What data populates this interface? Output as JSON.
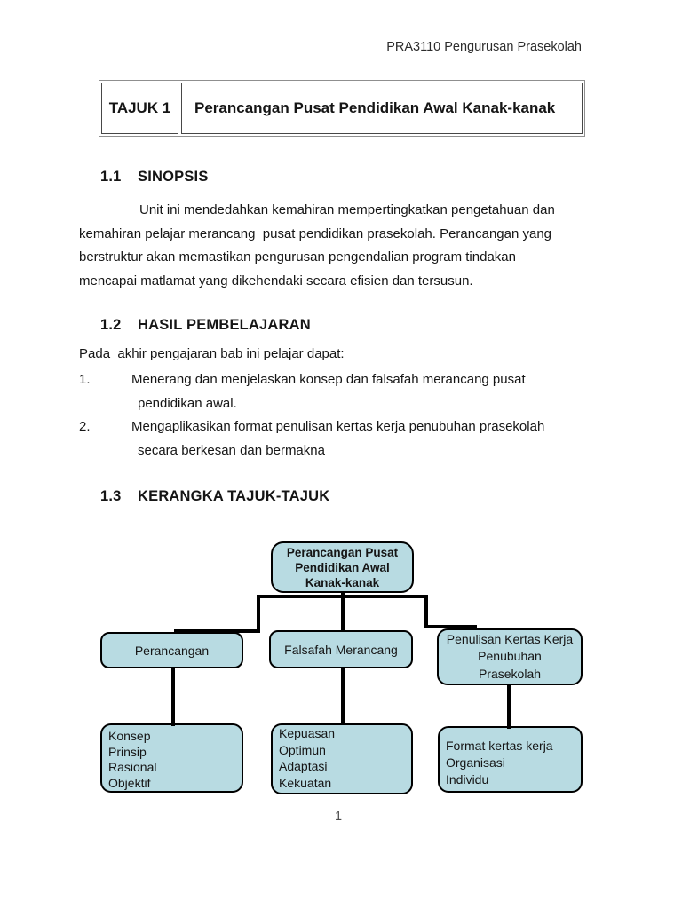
{
  "header": {
    "course_code": "PRA3110 Pengurusan Prasekolah"
  },
  "title_table": {
    "label": "TAJUK 1",
    "title": "Perancangan Pusat Pendidikan Awal Kanak-kanak"
  },
  "sections": {
    "synopsis": {
      "number": "1.1",
      "heading": "SINOPSIS",
      "lines": [
        "Unit ini mendedahkan kemahiran mempertingkatkan pengetahuan dan",
        "kemahiran pelajar merancang  pusat pendidikan prasekolah. Perancangan yang",
        "berstruktur akan memastikan pengurusan pengendalian program tindakan",
        "mencapai matlamat yang dikehendaki secara efisien dan tersusun."
      ]
    },
    "outcomes": {
      "number": "1.2",
      "heading": "HASIL PEMBELAJARAN",
      "intro": "Pada  akhir pengajaran bab ini pelajar dapat:",
      "items": [
        {
          "num": "1.",
          "line1": "Menerang dan menjelaskan konsep dan falsafah merancang pusat",
          "line2": "pendidikan awal."
        },
        {
          "num": "2.",
          "line1": "Mengaplikasikan format penulisan kertas kerja penubuhan prasekolah",
          "line2": "secara berkesan dan bermakna"
        }
      ]
    },
    "framework": {
      "number": "1.3",
      "heading": "KERANGKA TAJUK-TAJUK"
    }
  },
  "diagram": {
    "root": {
      "line1": "Perancangan Pusat",
      "line2": "Pendidikan Awal",
      "line3": "Kanak-kanak"
    },
    "level2": {
      "box1": {
        "text": "Perancangan"
      },
      "box2": {
        "text": "Falsafah Merancang"
      },
      "box3": {
        "line1": "Penulisan Kertas Kerja",
        "line2": "Penubuhan",
        "line3": "Prasekolah"
      }
    },
    "level3": {
      "box1": {
        "lines": [
          "Konsep",
          "Prinsip",
          "Rasional",
          "Objektif"
        ]
      },
      "box2": {
        "lines": [
          "Kepuasan",
          "Optimun",
          "Adaptasi",
          "Kekuatan"
        ]
      },
      "box3": {
        "lines": [
          "Format kertas kerja",
          "Organisasi",
          "Individu"
        ]
      }
    },
    "colors": {
      "box_fill": "#b8dbe2",
      "box_border": "#000000",
      "connector": "#000000"
    }
  },
  "footer": {
    "page_number": "1"
  }
}
